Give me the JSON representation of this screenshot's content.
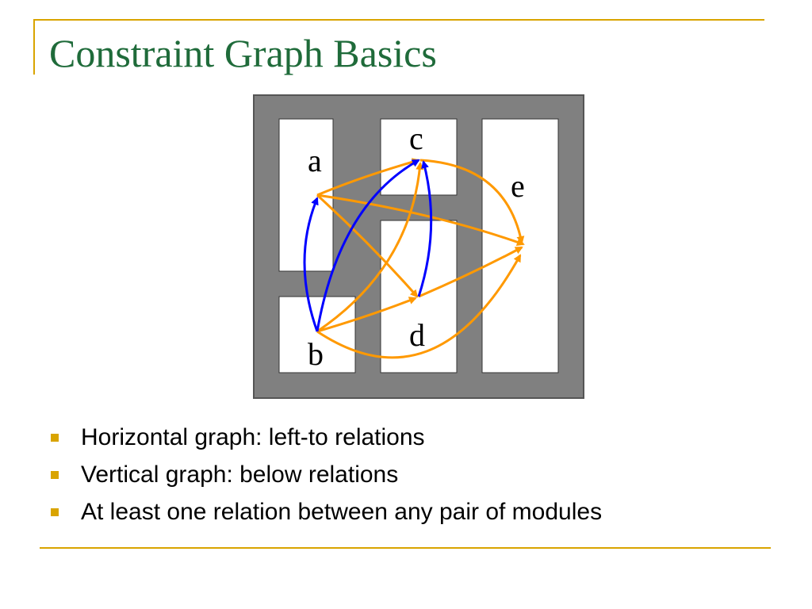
{
  "slide": {
    "title": "Constraint Graph Basics",
    "bullets": [
      "Horizontal graph: left-to relations",
      "Vertical graph: below relations",
      "At least one relation between any pair of modules"
    ]
  },
  "diagram": {
    "modules": [
      "a",
      "b",
      "c",
      "d",
      "e"
    ],
    "horizontal_edges": [
      [
        "a",
        "c"
      ],
      [
        "a",
        "d"
      ],
      [
        "a",
        "e"
      ],
      [
        "b",
        "c"
      ],
      [
        "b",
        "d"
      ],
      [
        "b",
        "e"
      ],
      [
        "c",
        "e"
      ],
      [
        "d",
        "e"
      ]
    ],
    "vertical_edges": [
      [
        "b",
        "a"
      ],
      [
        "b",
        "c"
      ],
      [
        "d",
        "c"
      ]
    ]
  },
  "colors": {
    "accent": "#d9a400",
    "title": "#1f6b3a",
    "horizontal_edge": "#ff9900",
    "vertical_edge": "#0000ff",
    "chip_background": "#808080"
  },
  "icons": {
    "bullet": "square-bullet-icon"
  }
}
